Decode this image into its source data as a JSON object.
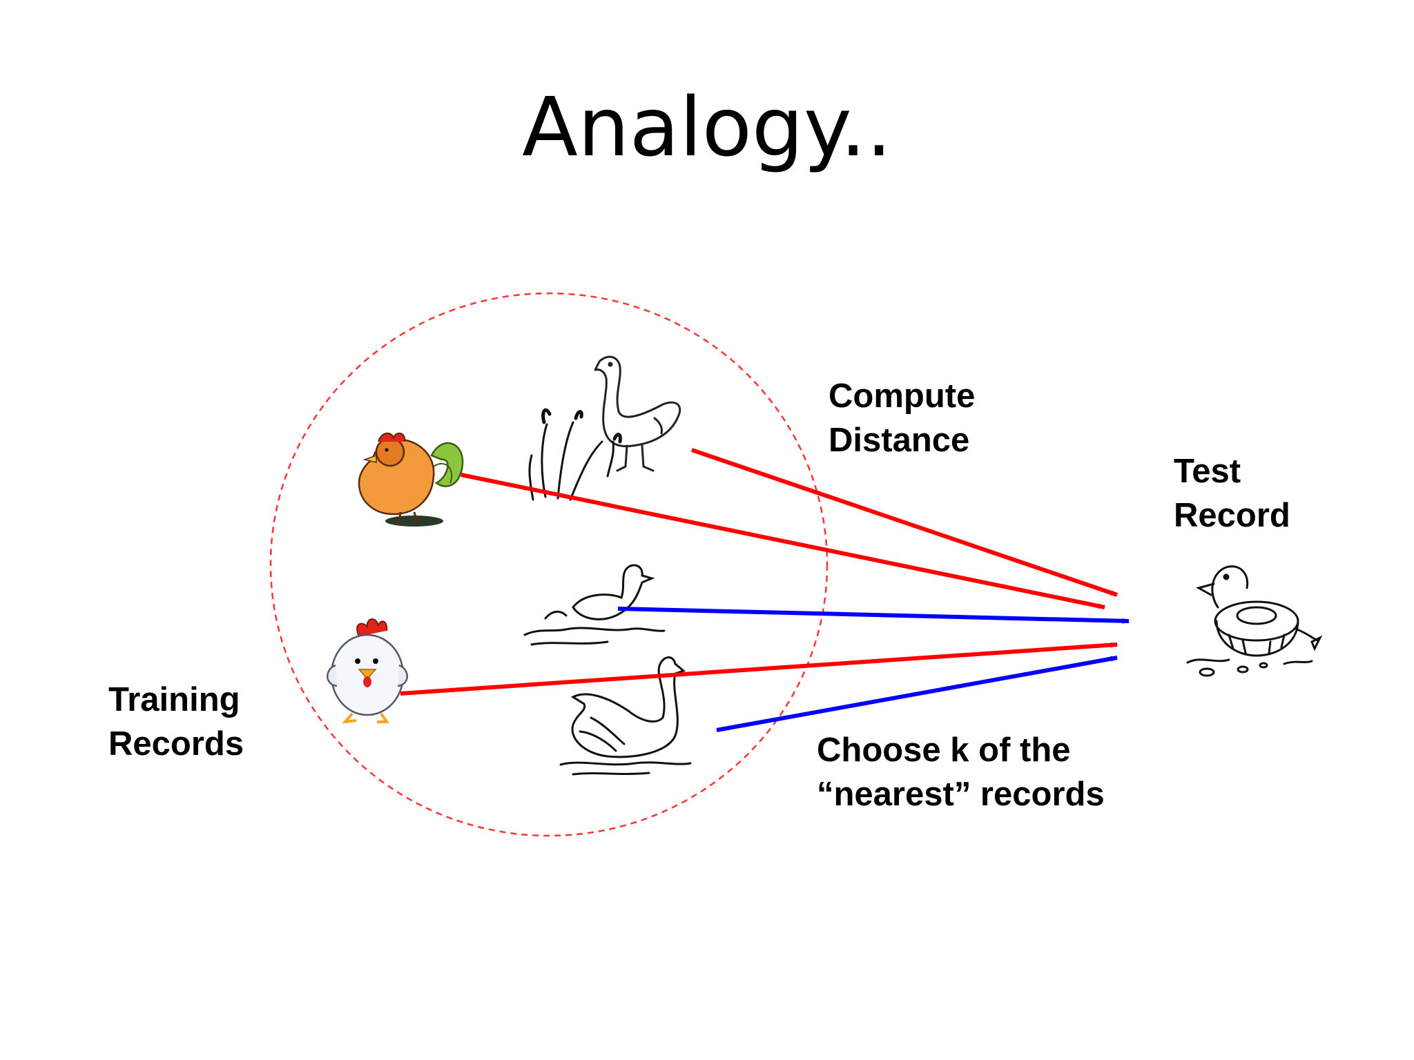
{
  "title": "Analogy..",
  "labels": {
    "compute_distance": "Compute\nDistance",
    "test_record": "Test\nRecord",
    "training_records": "Training\nRecords",
    "choose_k": "Choose k of the\n“nearest” records"
  },
  "colors": {
    "distance_arrow": "#ff0000",
    "nearest_arrow": "#0000ff",
    "circle": "#ff3333",
    "rooster_body": "#f39a3c",
    "rooster_tail": "#8cc63f",
    "chick_comb": "#e2231a",
    "chick_beak": "#f5a623"
  },
  "training_records": [
    "goose-icon",
    "rooster-icon",
    "duck-reeds-icon",
    "chick-icon",
    "swan-icon"
  ],
  "test_record": "rubber-duck-icon"
}
